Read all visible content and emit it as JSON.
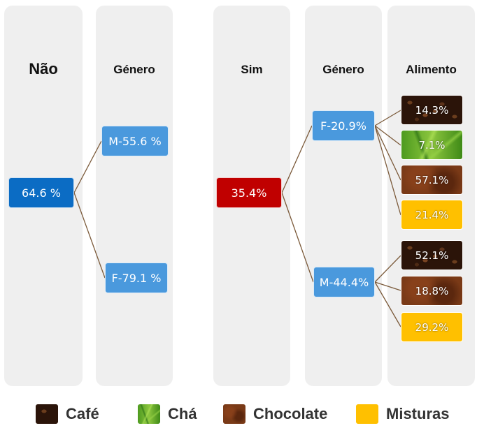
{
  "columns": {
    "nao": "Não",
    "genero_left": "Género",
    "sim": "Sim",
    "genero_right": "Género",
    "alimento": "Alimento"
  },
  "nodes": {
    "nao_total": "64.6 %",
    "nao_m": "M-55.6 %",
    "nao_f": "F-79.1 %",
    "sim_total": "35.4%",
    "sim_f": "F-20.9%",
    "sim_m": "M-44.4%"
  },
  "food_f": [
    "14.3%",
    "7.1%",
    "57.1%",
    "21.4%"
  ],
  "food_m": [
    "52.1%",
    "18.8%",
    "29.2%"
  ],
  "legend": {
    "cafe": "Café",
    "cha": "Chá",
    "chocolate": "Chocolate",
    "misturas": "Misturas"
  },
  "colors": {
    "nao_node": "#0b6cc4",
    "genero_node": "#4a99dd",
    "sim_node": "#c00000",
    "misturas": "#ffc000",
    "chocolate": "#7a3a17",
    "link_line": "#7b5a3a"
  },
  "icons": {
    "cafe": "coffee-beans-texture",
    "cha": "tea-leaves-texture",
    "chocolate": "chocolate-texture",
    "misturas": "yellow-swatch"
  }
}
